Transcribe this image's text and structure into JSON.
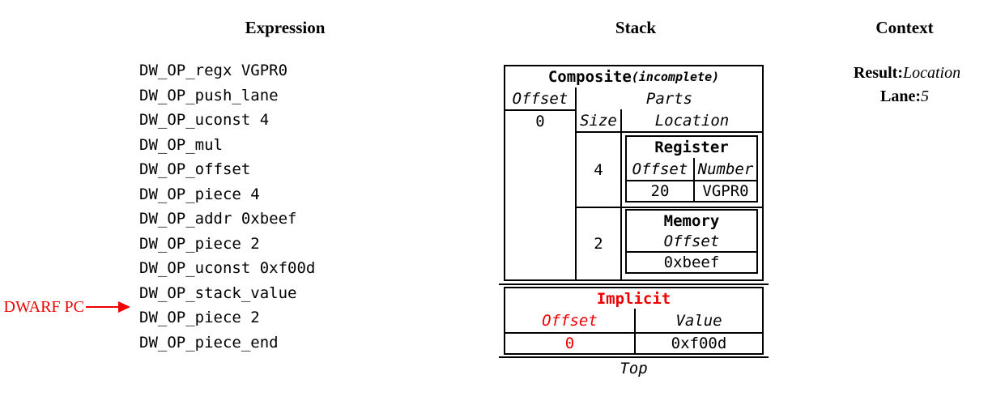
{
  "columns": {
    "expression": {
      "title": "Expression",
      "ops": [
        "DW_OP_regx VGPR0",
        "DW_OP_push_lane",
        "DW_OP_uconst 4",
        "DW_OP_mul",
        "DW_OP_offset",
        "DW_OP_piece 4",
        "DW_OP_addr 0xbeef",
        "DW_OP_piece 2",
        "DW_OP_uconst 0xf00d",
        "DW_OP_stack_value",
        "DW_OP_piece 2",
        "DW_OP_piece_end"
      ],
      "pc_label": "DWARF PC"
    },
    "stack": {
      "title": "Stack",
      "composite": {
        "title": "Composite",
        "subtitle": "(incomplete)",
        "offset_header": "Offset",
        "offset_value": "0",
        "parts_header": "Parts",
        "size_header": "Size",
        "location_header": "Location",
        "parts": [
          {
            "size": "4",
            "location": {
              "title": "Register",
              "offset_header": "Offset",
              "number_header": "Number",
              "offset_value": "20",
              "number_value": "VGPR0"
            }
          },
          {
            "size": "2",
            "location": {
              "title": "Memory",
              "offset_header": "Offset",
              "offset_value": "0xbeef"
            }
          }
        ]
      },
      "implicit": {
        "title": "Implicit",
        "offset_header": "Offset",
        "value_header": "Value",
        "offset_value": "0",
        "value_value": "0xf00d"
      },
      "top_label": "Top"
    },
    "context": {
      "title": "Context",
      "result_label": "Result:",
      "result_value": "Location",
      "lane_label": "Lane:",
      "lane_value": "5"
    }
  },
  "colors": {
    "highlight": "#ee0000",
    "text": "#000000",
    "background": "#ffffff"
  }
}
